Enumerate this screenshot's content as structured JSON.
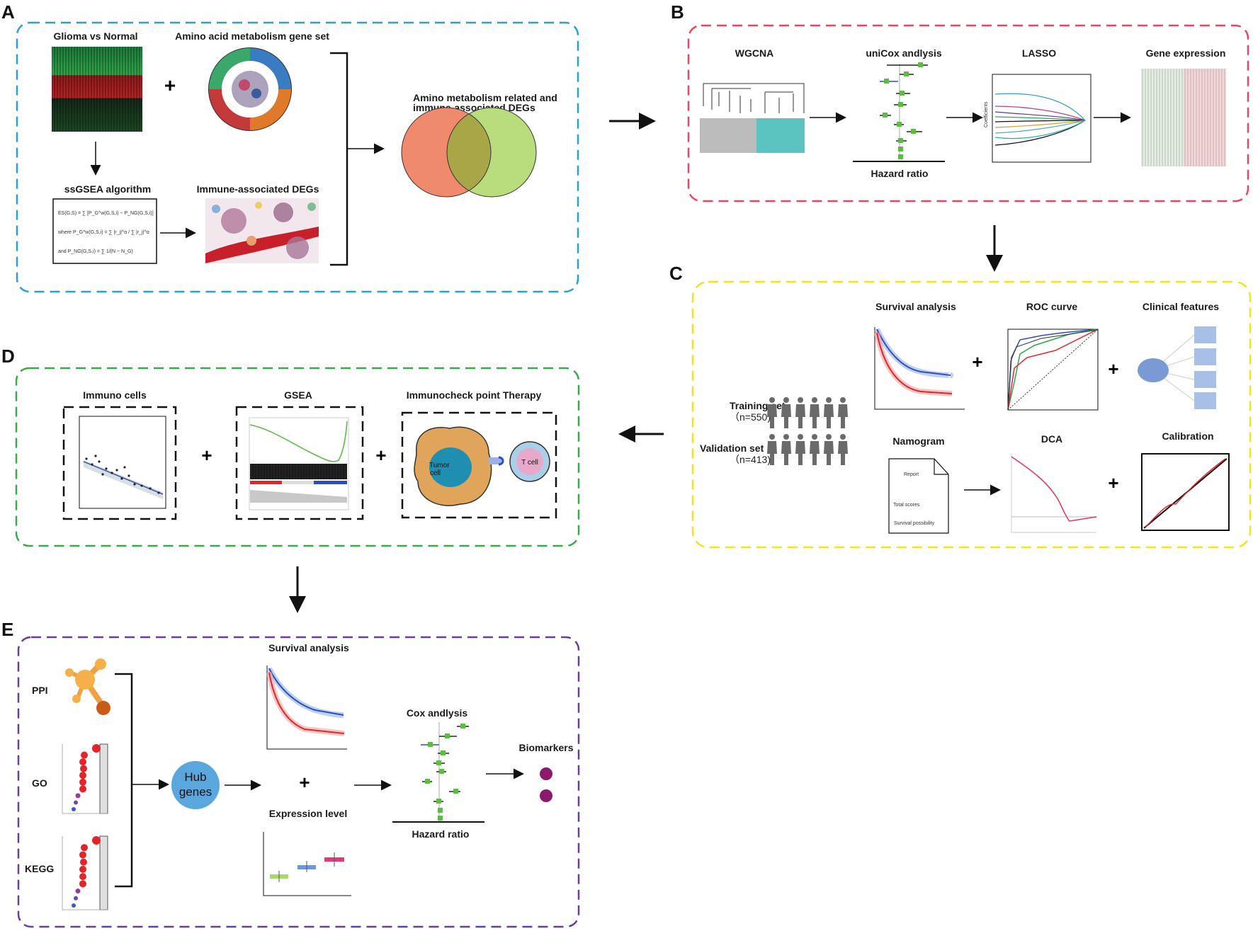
{
  "panels": {
    "A": {
      "letter": "A",
      "glioma_title": "Glioma vs Normal",
      "amino_title": "Amino acid metabolism gene set",
      "ssgsea_title": "ssGSEA algorithm",
      "immune_title": "Immune-associated DEGs",
      "venn_title": "Amino metabolism related and immune-associated DEGs",
      "formula_1": "ES(G,S) = ∑ [P_G^w(G,S,i) − P_NG(G,S,i)]",
      "formula_2": "where P_G^w(G,S,i) = ∑ |r_j|^α / ∑ |r_j|^α",
      "formula_3": "and P_NG(G,S,i) = ∑ 1/(N − N_G)"
    },
    "B": {
      "letter": "B",
      "wgcna": "WGCNA",
      "unicox": "uniCox andlysis",
      "lasso": "LASSO",
      "gene_expression": "Gene expression",
      "hazard_ratio": "Hazard ratio",
      "coefficients": "Coefficients"
    },
    "C": {
      "letter": "C",
      "survival": "Survival analysis",
      "roc": "ROC curve",
      "clinical": "Clinical features",
      "training": "Training set",
      "training_n": "（n=550)",
      "validation": "Validation set",
      "validation_n": "（n=413)",
      "namogram": "Namogram",
      "dca": "DCA",
      "calibration": "Calibration",
      "report": "Report",
      "total_scores": "Total scores",
      "survival_possibility": "Survival possibility"
    },
    "D": {
      "letter": "D",
      "immuno_cells": "Immuno cells",
      "gsea": "GSEA",
      "immunocheck": "Immunocheck point Therapy",
      "tumor_cell": "Tumor cell",
      "t_cell": "T cell"
    },
    "E": {
      "letter": "E",
      "ppi": "PPI",
      "go": "GO",
      "kegg": "KEGG",
      "hub": "Hub genes",
      "survival": "Survival analysis",
      "expression": "Expression level",
      "cox": "Cox andlysis",
      "hazard_ratio": "Hazard ratio",
      "biomarkers": "Biomarkers"
    }
  },
  "symbols": {
    "plus": "+"
  },
  "colors": {
    "panel_A": "#2a9fd6",
    "panel_B": "#e8475f",
    "panel_C": "#f2e31a",
    "panel_D": "#3aaa48",
    "panel_E": "#6a3d9a",
    "venn_left": "#f08a6c",
    "venn_right": "#b9dc7c",
    "venn_overlap": "#a8a647",
    "teal": "#5bc4c0",
    "survival_blue": "#2b4fc0",
    "survival_red": "#e0262b",
    "hub": "#5aa7de",
    "biomarker": "#8b1a6b",
    "tumor_outer": "#e0a55a",
    "tumor_inner": "#1e8fb0"
  }
}
